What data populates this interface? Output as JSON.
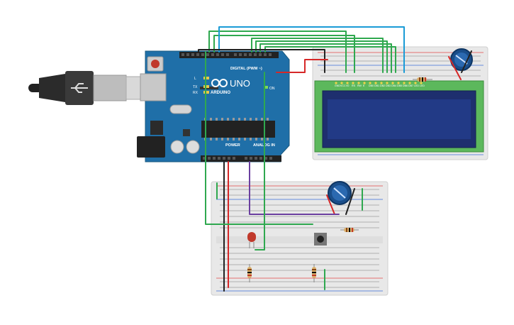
{
  "arduino": {
    "brand": "ARDUINO",
    "model": "UNO",
    "on_label": "ON",
    "digital_label": "DIGITAL (PWM ~)",
    "power_label": "POWER",
    "analog_label": "ANALOG IN",
    "tx_label": "TX",
    "rx_label": "RX",
    "l_label": "L"
  },
  "lcd": {
    "pin_labels": [
      "GND",
      "VCC",
      "V0",
      "RS",
      "RW",
      "E",
      "DB0",
      "DB1",
      "DB2",
      "DB3",
      "DB4",
      "DB5",
      "DB6",
      "DB7",
      "LED",
      "LED"
    ]
  },
  "colors": {
    "arduino_board": "#1f6fa8",
    "lcd_pcb": "#5cb85c",
    "lcd_screen": "#1e2f6e",
    "wire_green": "#2fa84f",
    "wire_blue": "#1a9bd6",
    "wire_red": "#d62828",
    "wire_black": "#222222",
    "wire_purple": "#6b3fa0",
    "led_red": "#c0392b"
  }
}
